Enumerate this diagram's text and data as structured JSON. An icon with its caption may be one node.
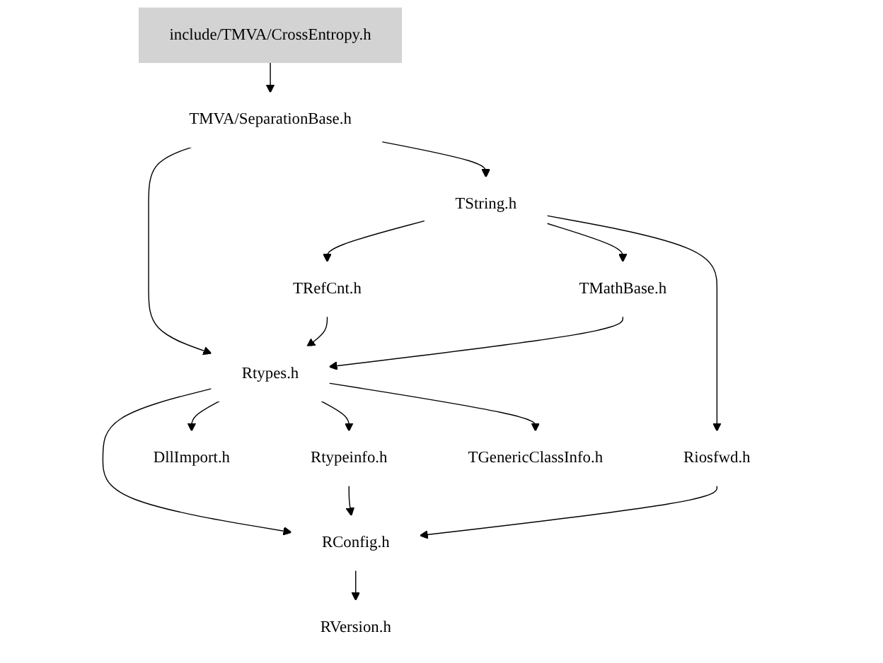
{
  "diagram": {
    "nodes": [
      {
        "text": [
          "include/TMVA/CrossEntropy.h"
        ]
      },
      {
        "text": [
          "TMVA/SeparationBase.h"
        ]
      },
      {
        "text": [
          "TString.h"
        ]
      },
      {
        "text": [
          "TRefCnt.h"
        ]
      },
      {
        "text": [
          "TMathBase.h"
        ]
      },
      {
        "text": [
          "Rtypes.h"
        ]
      },
      {
        "text": [
          "Riosfwd.h"
        ]
      },
      {
        "text": [
          "DllImport.h"
        ]
      },
      {
        "text": [
          "Rtypeinfo.h"
        ]
      },
      {
        "text": [
          "TGenericClassInfo.h"
        ]
      },
      {
        "text": [
          "RConfig.h"
        ]
      },
      {
        "text": [
          "RVersion.h"
        ]
      }
    ],
    "edges": [
      {
        "from": 0,
        "to": 1,
        "arrow": "to"
      },
      {
        "from": 1,
        "to": 2,
        "arrow": "to"
      },
      {
        "from": 1,
        "to": 5,
        "arrow": "to"
      },
      {
        "from": 2,
        "to": 3,
        "arrow": "to"
      },
      {
        "from": 2,
        "to": 4,
        "arrow": "to"
      },
      {
        "from": 2,
        "to": 6,
        "arrow": "to"
      },
      {
        "from": 3,
        "to": 5,
        "arrow": "to"
      },
      {
        "from": 4,
        "to": 5,
        "arrow": "to"
      },
      {
        "from": 5,
        "to": 7,
        "arrow": "to"
      },
      {
        "from": 5,
        "to": 8,
        "arrow": "to"
      },
      {
        "from": 5,
        "to": 9,
        "arrow": "to"
      },
      {
        "from": 5,
        "to": 10,
        "arrow": "to"
      },
      {
        "from": 8,
        "to": 10,
        "arrow": "to"
      },
      {
        "from": 6,
        "to": 10,
        "arrow": "to"
      },
      {
        "from": 10,
        "to": 11,
        "arrow": "to"
      }
    ]
  }
}
